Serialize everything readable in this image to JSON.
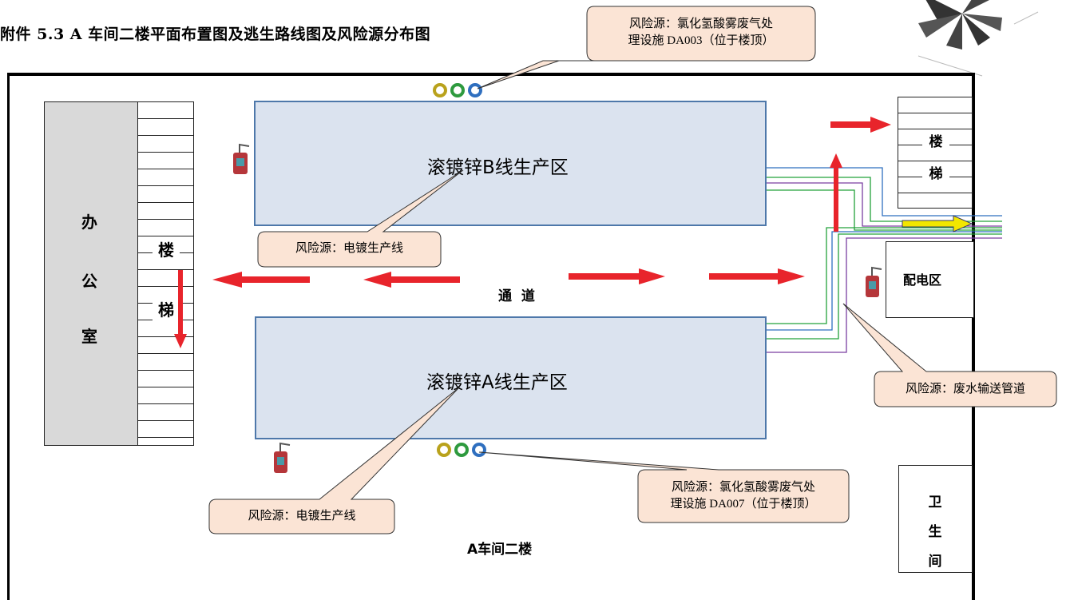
{
  "title": "附件 5.3 A 车间二楼平面布置图及逃生路线图及风险源分布图",
  "rooms": {
    "office": [
      "办",
      "公",
      "室"
    ],
    "stairs_left": [
      "楼",
      "梯"
    ],
    "stairs_right": [
      "楼",
      "梯"
    ],
    "power": "配电区",
    "toilet": [
      "卫",
      "生",
      "间"
    ]
  },
  "production": {
    "line_b": "滚镀锌B线生产区",
    "line_a": "滚镀锌A线生产区"
  },
  "corridor": "通  道",
  "floor_label": "A车间二楼",
  "callouts": {
    "top_facility": [
      "风险源：氯化氢酸雾废气处",
      "理设施 DA003（位于楼顶）"
    ],
    "line_b": "风险源：电镀生产线",
    "line_a": "风险源：电镀生产线",
    "bottom_facility": [
      "风险源：氯化氢酸雾废气处",
      "理设施 DA007（位于楼顶）"
    ],
    "pipeline": "风险源：废水输送管道"
  },
  "colors": {
    "evacuation_arrow": "#e8242b",
    "wastewater_arrow": "#f2e600",
    "production_fill": "#dbe3ef",
    "production_border": "#4e78aa",
    "callout_fill": "#fbe4d5",
    "pipe_blue": "#2f6fbf",
    "pipe_green": "#23a23a",
    "pipe_purple": "#7a3fa0"
  },
  "icons": [
    "fire-extinguisher-icon",
    "compass-icon",
    "ring-tank-icon"
  ]
}
